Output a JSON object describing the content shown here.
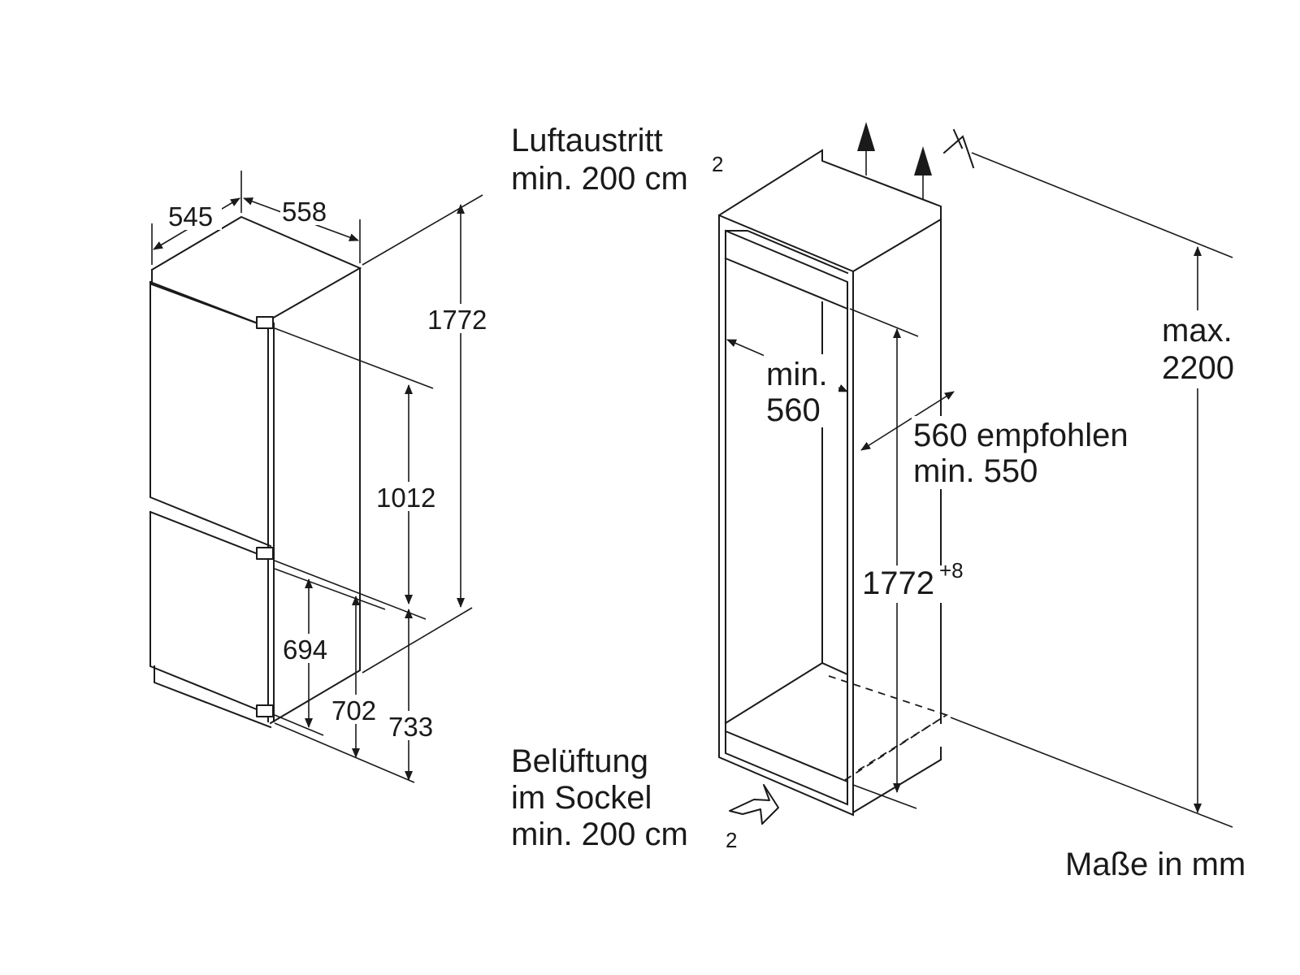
{
  "appliance_dims": {
    "depth": "545",
    "width": "558",
    "height": "1772",
    "upper_door": "1012",
    "lower_694": "694",
    "lower_702": "702",
    "lower_733": "733"
  },
  "air_outlet": {
    "line1": "Luftaustritt",
    "line2": "min. 200 cm",
    "sup": "2"
  },
  "niche": {
    "width_label_1": "min.",
    "width_label_2": "560",
    "depth_label_1": "560 empfohlen",
    "depth_label_2": "min. 550",
    "height_label": "1772",
    "height_sup": "+8",
    "max_label_1": "max.",
    "max_label_2": "2200"
  },
  "vent": {
    "line1": "Belüftung",
    "line2": "im Sockel",
    "line3": "min. 200 cm",
    "sub": "2"
  },
  "units": "Maße in mm"
}
